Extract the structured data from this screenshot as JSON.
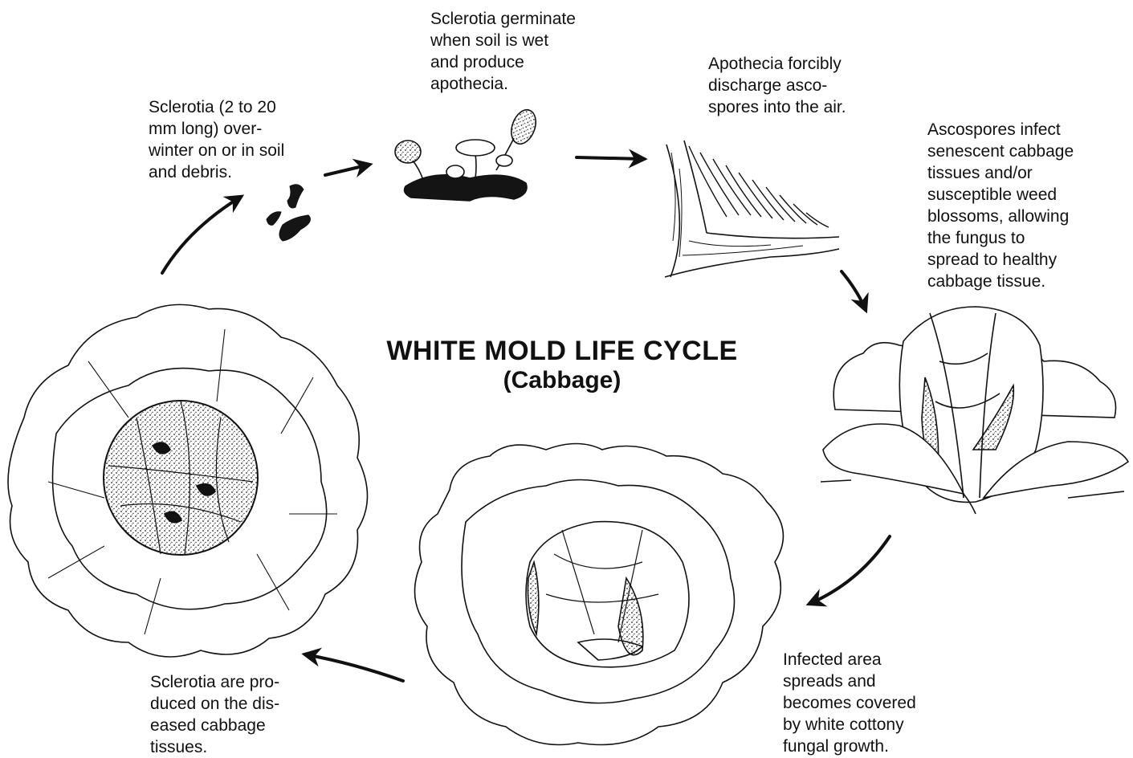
{
  "title": {
    "line1": "WHITE MOLD LIFE CYCLE",
    "line2": "(Cabbage)"
  },
  "stages": {
    "overwinter": "Sclerotia (2 to 20\nmm long) over-\nwinter on or in soil\nand debris.",
    "germinate": "Sclerotia germinate\nwhen soil is wet\nand produce\napothecia.",
    "discharge": "Apothecia forcibly\ndischarge asco-\nspores into the air.",
    "infect": "Ascospores infect\nsenescent cabbage\ntissues and/or\nsusceptible weed\nblossoms, allowing\nthe fungus to\nspread to healthy\ncabbage tissue.",
    "spread": "Infected area\nspreads and\nbecomes covered\nby white cottony\nfungal growth.",
    "produced": "Sclerotia are pro-\nduced on the dis-\neased cabbage\ntissues."
  },
  "colors": {
    "ink": "#111111",
    "paper": "#ffffff",
    "stipple": "#333333"
  }
}
